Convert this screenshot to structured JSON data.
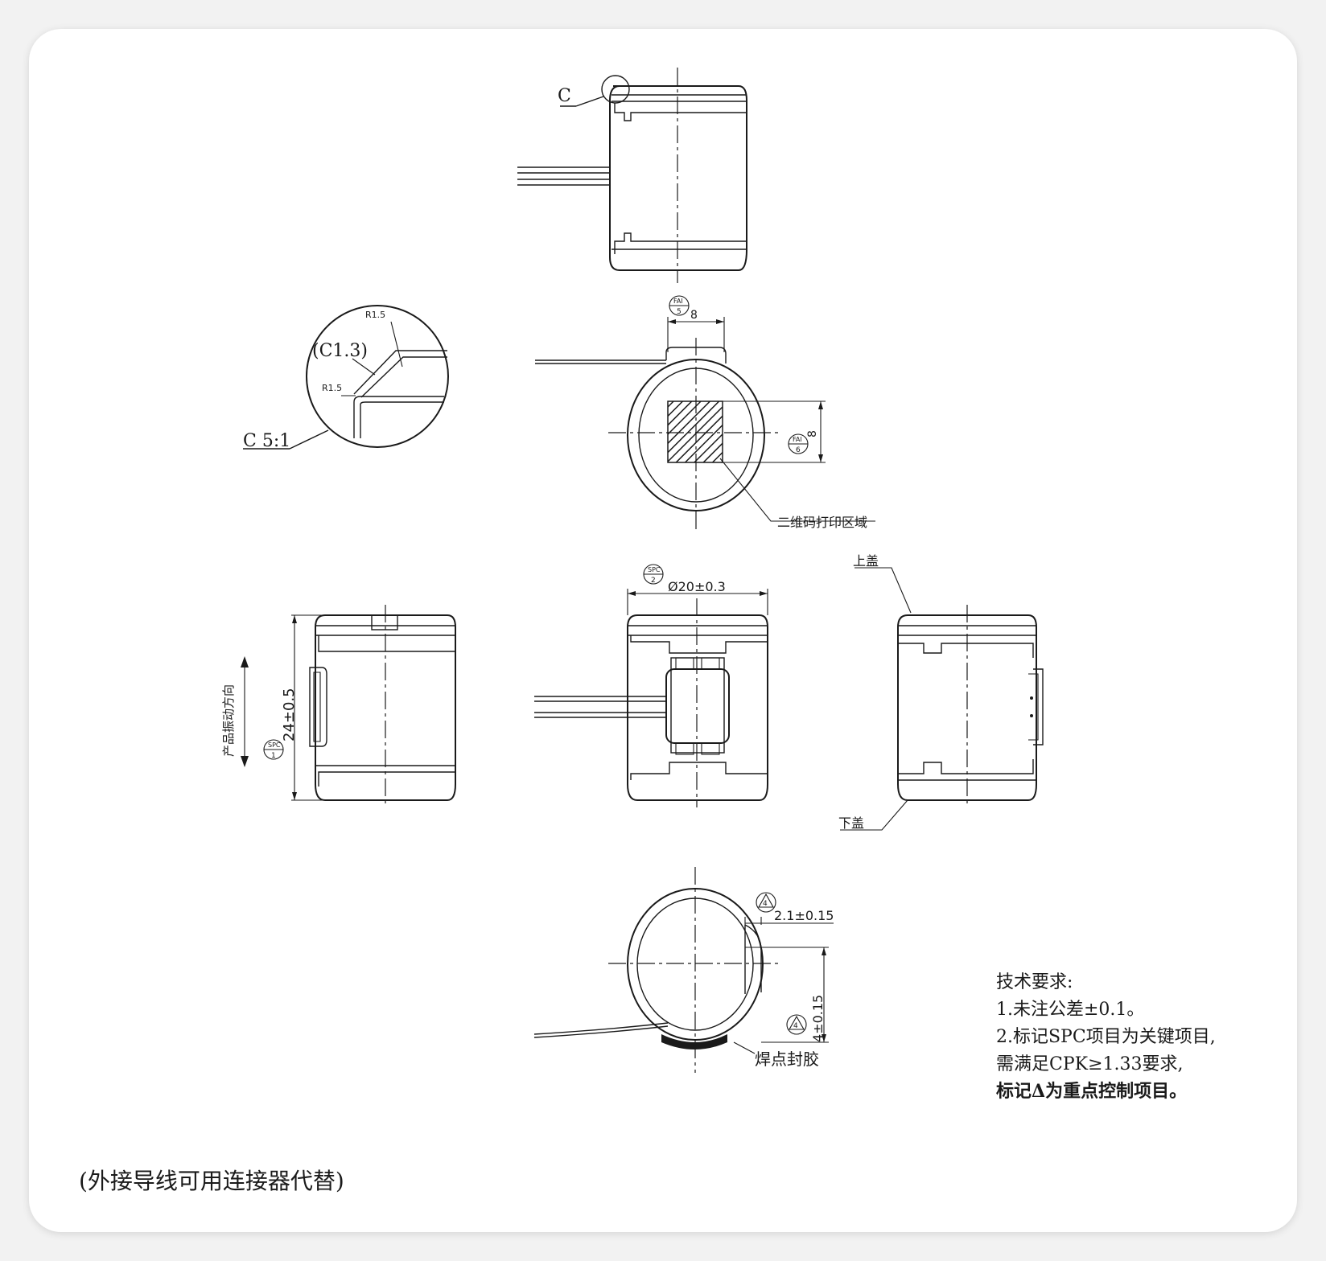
{
  "detail": {
    "callout": "C",
    "scale_label": "C 5:1",
    "chamfer": "(C1.3)",
    "radius_top": "R1.5",
    "radius_bottom": "R1.5"
  },
  "top_view": {
    "width_dim": "8",
    "height_dim": "8",
    "fai_top": "FAI",
    "fai_top_num": "5",
    "fai_right": "FAI",
    "fai_right_num": "6",
    "qr_label": "二维码打印区域"
  },
  "front_views": {
    "diameter_dim": "Ø20±0.3",
    "spc_diam": "SPC",
    "spc_diam_num": "2",
    "height_dim": "24±0.5",
    "spc_height": "SPC",
    "spc_height_num": "1",
    "vibration_label": "产品振动方向",
    "upper_cover": "上盖",
    "lower_cover": "下盖"
  },
  "bottom_view": {
    "dim_a": "2.1±0.15",
    "delta_a": "4",
    "dim_b": "4±0.15",
    "delta_b": "4",
    "solder_label": "焊点封胶"
  },
  "notes": {
    "title": "技术要求:",
    "line1": "1.未注公差±0.1。",
    "line2": "2.标记SPC项目为关键项目,",
    "line3": "需满足CPK≥1.33要求,",
    "line4": "标记Δ为重点控制项目。"
  },
  "footer": "(外接导线可用连接器代替)"
}
